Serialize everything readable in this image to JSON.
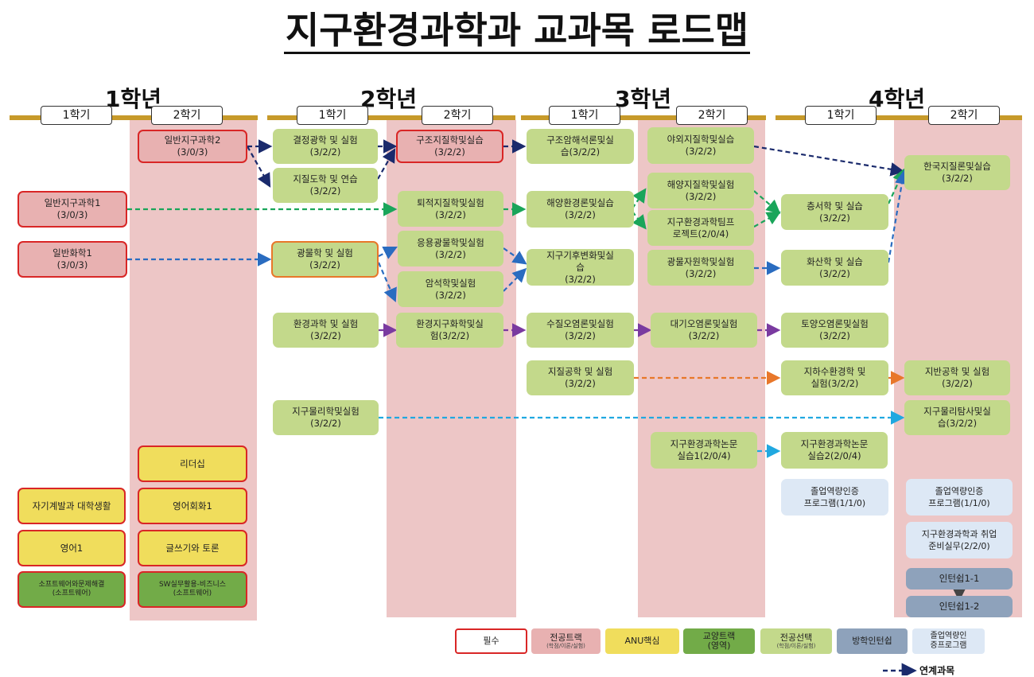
{
  "title": "지구환경과학과 교과목 로드맵",
  "years": [
    "1학년",
    "2학년",
    "3학년",
    "4학년"
  ],
  "semesters": [
    "1학기",
    "2학기"
  ],
  "courses": {
    "y1s2_general_earth2": "일반지구과학2\n(3/0/3)",
    "y1s1_general_earth1": "일반지구과학1\n(3/0/3)",
    "y1s1_general_chem1": "일반화학1\n(3/0/3)",
    "y2s1_crystal": "결정광학 및 실험\n(3/2/2)",
    "y2s1_geo_map": "지질도학 및 연습\n(3/2/2)",
    "y2s1_mineralogy": "광물학 및 실험\n(3/2/2)",
    "y2s1_env_sci": "환경과학 및 실험\n(3/2/2)",
    "y2s1_geophysics": "지구물리학및실험\n(3/2/2)",
    "y2s2_structural": "구조지질학및실습\n(3/2/2)",
    "y2s2_sedimentary": "퇴적지질학및실험\n(3/2/2)",
    "y2s2_applied_min": "응용광물학및실험\n(3/2/2)",
    "y2s2_petrology": "암석학및실험\n(3/2/2)",
    "y2s2_env_geochem": "환경지구화학및실\n험(3/2/2)",
    "y3s1_struct_interp": "구조암해석론및실\n습(3/2/2)",
    "y3s1_ocean_env": "해양환경론및실습\n(3/2/2)",
    "y3s1_climate": "지구기후변화및실\n습\n(3/2/2)",
    "y3s1_water": "수질오염론및실험\n(3/2/2)",
    "y3s1_eng_geo": "지질공학 및 실험\n(3/2/2)",
    "y3s2_field": "야외지질학및실습\n(3/2/2)",
    "y3s2_marine_geo": "해양지질학및실험\n(3/2/2)",
    "y3s2_team_project": "지구환경과학팀프\n로젝트(2/0/4)",
    "y3s2_mineral_res": "광물자원학및실험\n(3/2/2)",
    "y3s2_air": "대기오염론및실험\n(3/2/2)",
    "y3s2_thesis1": "지구환경과학논문\n실습1(2/0/4)",
    "y4s1_stratigraphy": "층서학 및 실습\n(3/2/2)",
    "y4s1_volcanology": "화산학 및 실습\n(3/2/2)",
    "y4s1_soil": "토양오염론및실험\n(3/2/2)",
    "y4s1_groundwater": "지하수환경학 및\n실험(3/2/2)",
    "y4s1_thesis2": "지구환경과학논문\n실습2(2/0/4)",
    "y4s1_cert": "졸업역량인증\n프로그램(1/1/0)",
    "y4s2_korea_geo": "한국지질론및실습\n(3/2/2)",
    "y4s2_geotech": "지반공학 및 실험\n(3/2/2)",
    "y4s2_geophys_explore": "지구물리탐사및실\n습(3/2/2)",
    "y4s2_cert": "졸업역량인증\n프로그램(1/1/0)",
    "y4s2_career": "지구환경과학과 취업\n준비실무(2/2/0)",
    "y4s2_intern1": "인턴쉽1-1",
    "y4s2_intern2": "인턴쉽1-2",
    "y1s1_self_dev": "자기계발과 대학생활",
    "y1s1_english1": "영어1",
    "y1s1_sw": "소프트웨어와문제해결\n(소프트웨어)",
    "y1s2_leadership": "리더십",
    "y1s2_eng_conv": "영어회화1",
    "y1s2_writing": "글쓰기와 토론",
    "y1s2_sw_biz": "SW실무활용-비즈니스\n(소프트웨어)"
  },
  "legend": {
    "required": "필수",
    "major_track": "전공트랙",
    "major_track_sub": "(학점/이론/실험)",
    "anu_core": "ANU핵심",
    "liberal_track": "교양트랙\n(영역)",
    "major_elective": "전공선택",
    "major_elective_sub": "(학점/이론/실험)",
    "internship": "방학인턴쉽",
    "cert_program": "졸업역량인\n증프로그램",
    "linked_label": "연계과목"
  },
  "colors": {
    "link_navy": "#1a2a6c",
    "link_green": "#1aa55a",
    "link_blue": "#2a6cc0",
    "link_purple": "#7a3aa0",
    "link_orange": "#e8772a",
    "link_cyan": "#20a8e0"
  }
}
